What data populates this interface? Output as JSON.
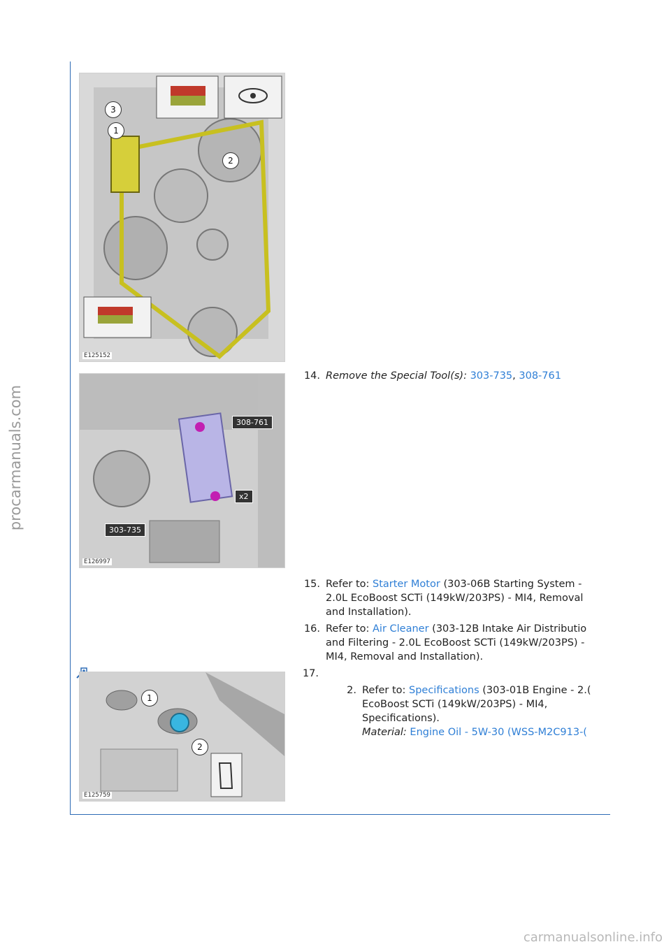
{
  "watermark_side": "procarmanuals.com",
  "watermark_bottom": "carmanualsonline.info",
  "figures": [
    {
      "id": "E125152",
      "callouts": [
        "3",
        "1",
        "2"
      ]
    },
    {
      "id": "E126997",
      "labels": [
        "308-761",
        "x2",
        "303-735"
      ]
    },
    {
      "id": "E125759",
      "callouts": [
        "1",
        "2"
      ]
    }
  ],
  "steps": {
    "s14": {
      "num": "14.",
      "prefix": "Remove the Special Tool(s):",
      "link1": "303-735",
      "sep": ",",
      "link2": "308-761"
    },
    "s15": {
      "num": "15.",
      "refer": "Refer to:",
      "link": "Starter Motor",
      "line1": "(303-06B Starting System -",
      "line2": "2.0L EcoBoost SCTi (149kW/203PS) - MI4, Removal",
      "line3": "and Installation)."
    },
    "s16": {
      "num": "16.",
      "refer": "Refer to:",
      "link": "Air Cleaner",
      "line1": "(303-12B Intake Air Distributio",
      "line2": "and Filtering - 2.0L EcoBoost SCTi (149kW/203PS) -",
      "line3": "MI4, Removal and Installation)."
    },
    "s17": {
      "num": "17.",
      "sub_num": "2.",
      "refer": "Refer to:",
      "link": "Specifications",
      "line1": "(303-01B Engine - 2.(",
      "line2": "EcoBoost SCTi (149kW/203PS) - MI4,",
      "line3": "Specifications).",
      "material_label": "Material:",
      "material_link": "Engine Oil - 5W-30 (WSS-M2C913-("
    }
  }
}
